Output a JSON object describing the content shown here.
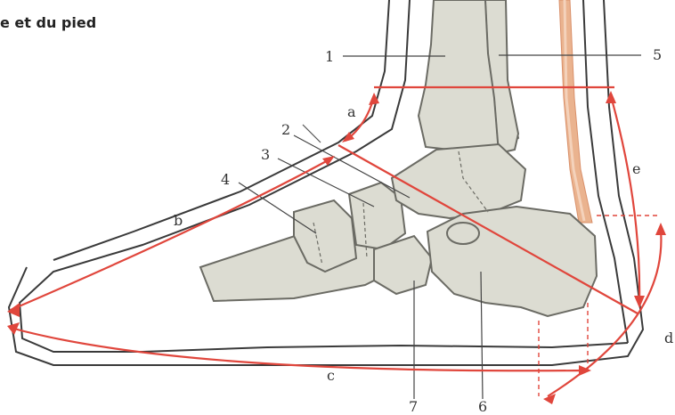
{
  "title": "e et du pied",
  "colors": {
    "bone_fill": "#dcdcd2",
    "bone_stroke": "#6b6b64",
    "skin_outline": "#3a3a3a",
    "measure_red": "#e0463c",
    "tendon": "#e8a882"
  },
  "labels": {
    "n1": "1",
    "n2": "2",
    "n3": "3",
    "n4": "4",
    "n5": "5",
    "n6": "6",
    "n7": "7",
    "a": "a",
    "b": "b",
    "c": "c",
    "d": "d",
    "e": "e"
  }
}
